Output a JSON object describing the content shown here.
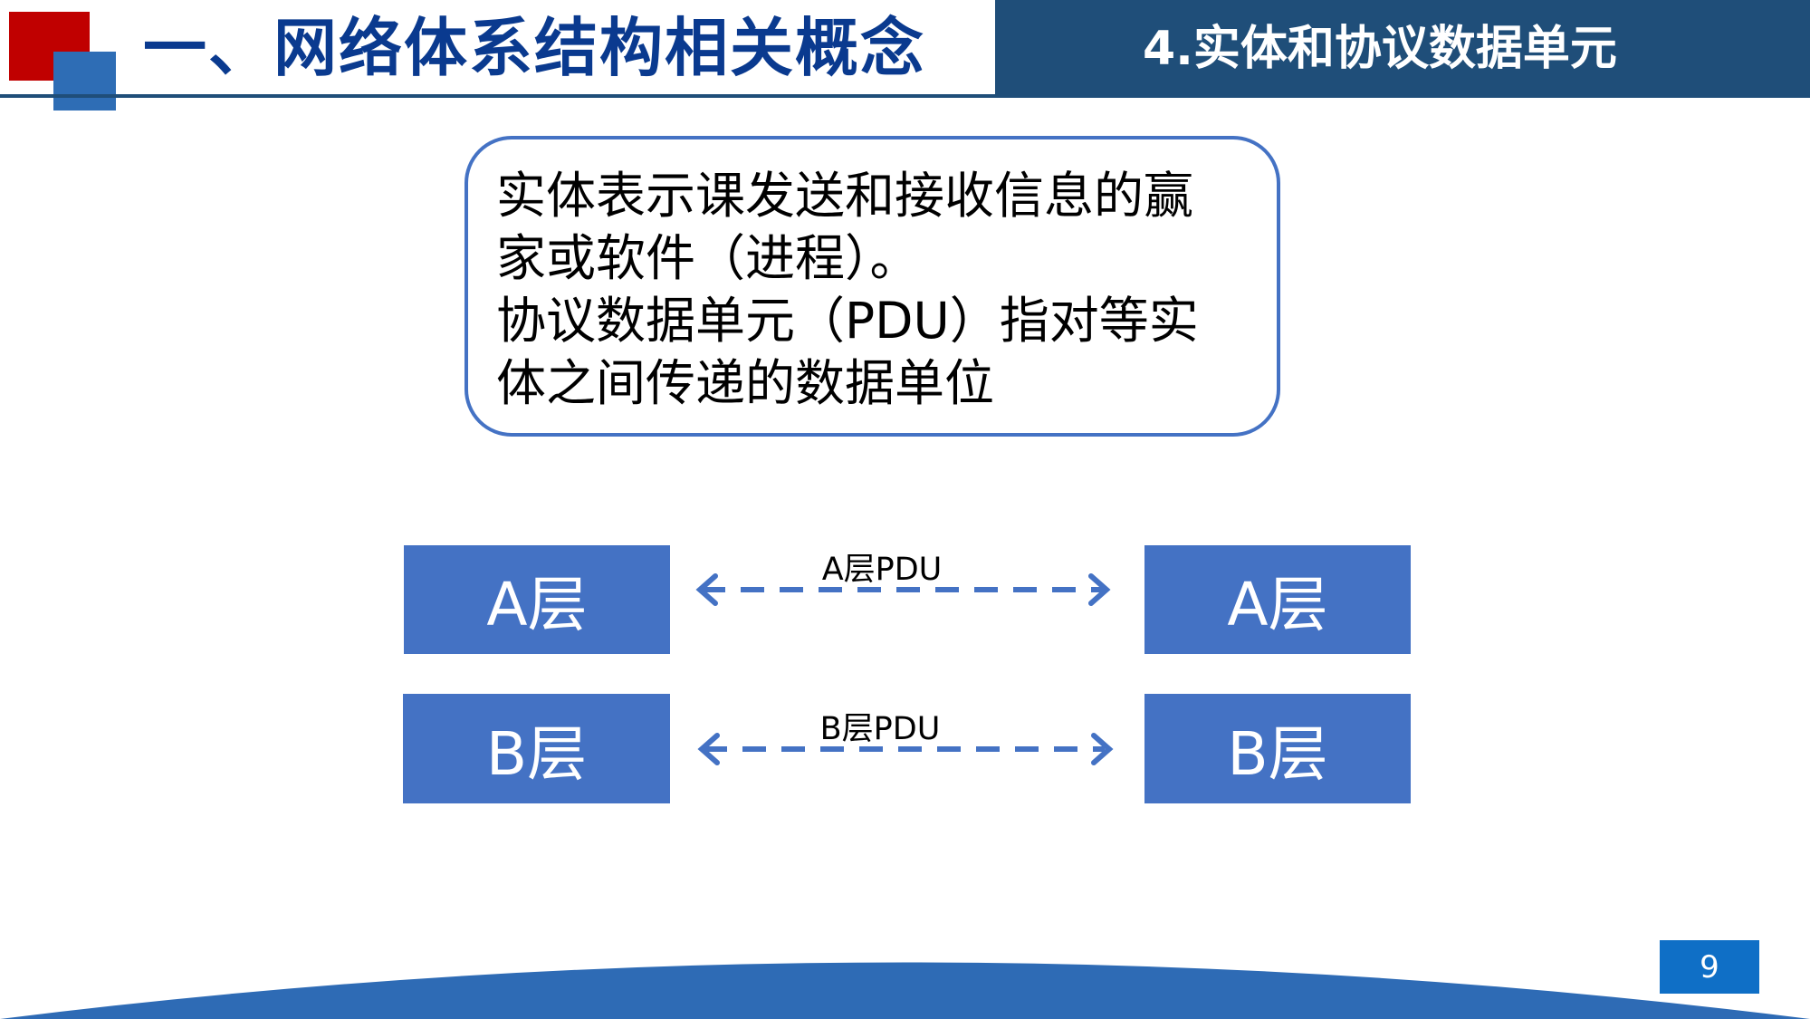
{
  "header": {
    "title": "一、网络体系结构相关概念",
    "subtitle": "4.实体和协议数据单元"
  },
  "definition": {
    "lines": [
      "实体表示课发送和接收信息的赢",
      "家或软件（进程）。",
      "协议数据单元（PDU）指对等实",
      "体之间传递的数据单位"
    ]
  },
  "diagram": {
    "rows": [
      {
        "left": "A层",
        "right": "A层",
        "pdu": "A层PDU"
      },
      {
        "left": "B层",
        "right": "B层",
        "pdu": "B层PDU"
      }
    ],
    "color": "#4472c4"
  },
  "footer": {
    "page_number": "9"
  }
}
